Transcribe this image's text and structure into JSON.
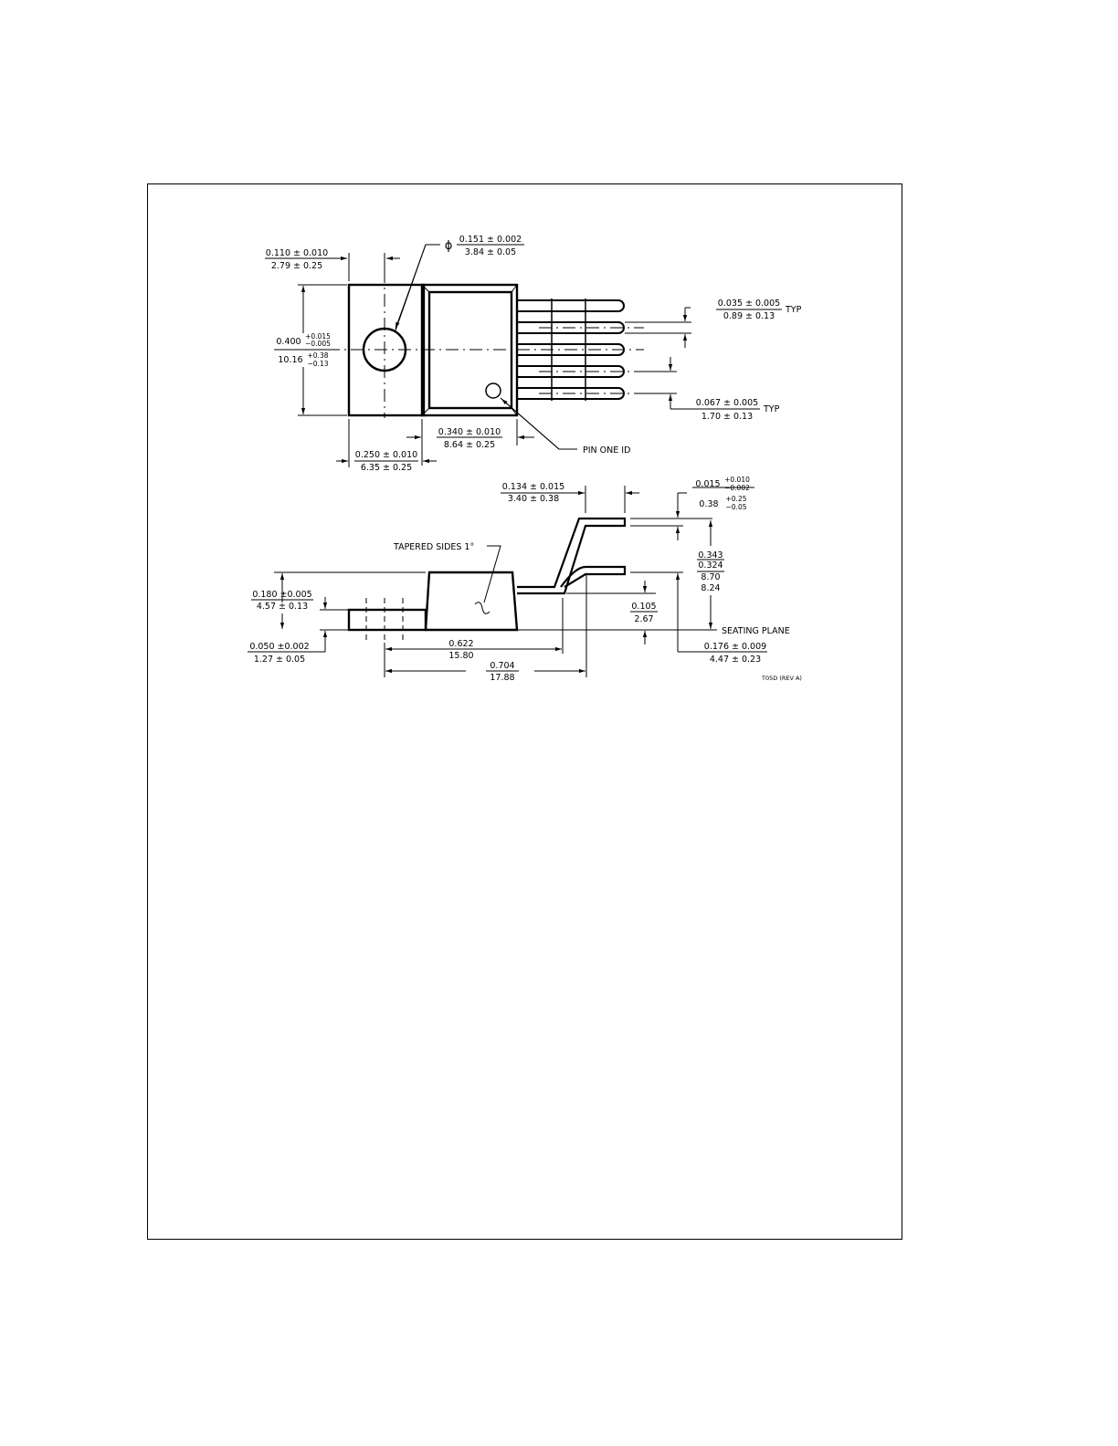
{
  "drawing_id": "T05D (REV A)",
  "top_view": {
    "mount_width": {
      "in": "0.110 ± 0.010",
      "mm": "2.79 ± 0.25"
    },
    "hole_symbol": "ϕ",
    "hole_diameter": {
      "in": "0.151 ± 0.002",
      "mm": "3.84 ± 0.05"
    },
    "height_in": {
      "base": "0.400",
      "upper": "+0.015",
      "lower": "−0.005"
    },
    "height_mm": {
      "base": "10.16",
      "upper": "+0.38",
      "lower": "−0.13"
    },
    "lead_width": {
      "in": "0.035 ± 0.005",
      "mm": "0.89 ± 0.13",
      "note": "TYP"
    },
    "lead_pitch": {
      "in": "0.067 ± 0.005",
      "mm": "1.70 ± 0.13",
      "note": "TYP"
    },
    "body_width": {
      "in": "0.340 ± 0.010",
      "mm": "8.64 ± 0.25"
    },
    "tab_length": {
      "in": "0.250 ± 0.010",
      "mm": "6.35 ± 0.25"
    },
    "pin_one_label": "PIN ONE ID"
  },
  "side_view": {
    "lead_offset": {
      "in": "0.134 ± 0.015",
      "mm": "3.40 ± 0.38"
    },
    "lead_thickness_in": {
      "base": "0.015",
      "upper": "+0.010",
      "lower": "−0.002"
    },
    "lead_thickness_mm": {
      "base": "0.38",
      "upper": "+0.25",
      "lower": "−0.05"
    },
    "tapered_label": "TAPERED SIDES 1°",
    "lead_height": {
      "in_max": "0.343",
      "in_min": "0.324",
      "mm_max": "8.70",
      "mm_min": "8.24"
    },
    "body_height": {
      "in": "0.180 ±0.005",
      "mm": "4.57 ± 0.13"
    },
    "lead_standoff": {
      "in": "0.105",
      "mm": "2.67"
    },
    "seating_plane_label": "SEATING PLANE",
    "tab_thickness": {
      "in": "0.050 ±0.002",
      "mm": "1.27 ± 0.05"
    },
    "seat_height": {
      "in": "0.176 ± 0.009",
      "mm": "4.47 ± 0.23"
    },
    "length_a": {
      "in": "0.622",
      "mm": "15.80"
    },
    "length_b": {
      "in": "0.704",
      "mm": "17.88"
    }
  }
}
